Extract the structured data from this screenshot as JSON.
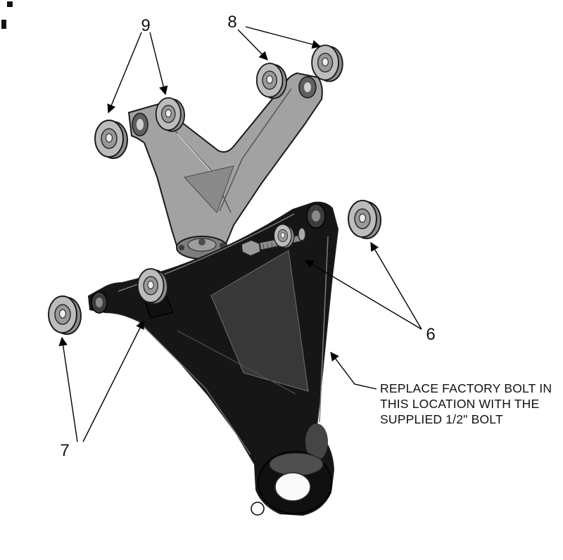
{
  "diagram": {
    "callouts": {
      "9": {
        "label": "9"
      },
      "8": {
        "label": "8"
      },
      "6": {
        "label": "6"
      },
      "7": {
        "label": "7"
      }
    },
    "note": {
      "lines": [
        "REPLACE FACTORY BOLT IN",
        "THIS LOCATION WITH THE",
        "SUPPLIED 1/2\" BOLT"
      ]
    },
    "colors": {
      "background": "#ffffff",
      "upper_arm": "#a2a2a2",
      "lower_arm": "#161616",
      "bushing": "#bcbcbc",
      "line": "#000000"
    }
  }
}
